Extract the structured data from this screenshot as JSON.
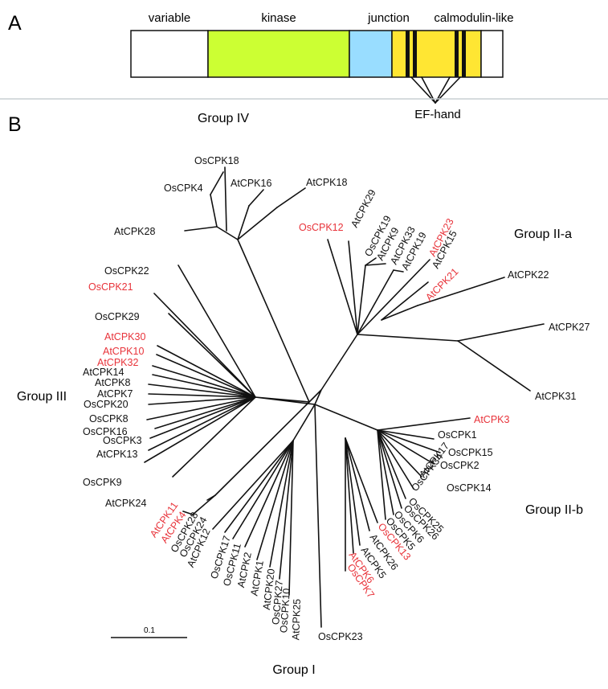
{
  "panel_a": {
    "label": "A",
    "domains": [
      {
        "name": "variable",
        "color": "#ffffff"
      },
      {
        "name": "kinase",
        "color": "#ccff33"
      },
      {
        "name": "junction",
        "color": "#99ddff"
      },
      {
        "name": "calmodulin-like",
        "color": "#ffe633"
      }
    ],
    "ef_hand_label": "EF-hand"
  },
  "panel_b": {
    "label": "B",
    "groups": [
      "Group IV",
      "Group II-a",
      "Group III",
      "Group II-b",
      "Group I"
    ],
    "scale_label": "0.1",
    "highlight_color": "#e8333a",
    "leaves": [
      {
        "name": "OsCPK18",
        "highlight": false
      },
      {
        "name": "OsCPK4",
        "highlight": false
      },
      {
        "name": "AtCPK16",
        "highlight": false
      },
      {
        "name": "AtCPK18",
        "highlight": false
      },
      {
        "name": "AtCPK28",
        "highlight": false
      },
      {
        "name": "OsCPK12",
        "highlight": true
      },
      {
        "name": "AtCPK29",
        "highlight": false
      },
      {
        "name": "OsCPK19",
        "highlight": false
      },
      {
        "name": "AtCPK9",
        "highlight": false
      },
      {
        "name": "AtCPK33",
        "highlight": false
      },
      {
        "name": "AtCPK19",
        "highlight": false
      },
      {
        "name": "AtCPK23",
        "highlight": true
      },
      {
        "name": "AtCPK15",
        "highlight": false
      },
      {
        "name": "AtCPK21",
        "highlight": true
      },
      {
        "name": "AtCPK22",
        "highlight": false
      },
      {
        "name": "AtCPK27",
        "highlight": false
      },
      {
        "name": "AtCPK31",
        "highlight": false
      },
      {
        "name": "OsCPK22",
        "highlight": false
      },
      {
        "name": "OsCPK21",
        "highlight": true
      },
      {
        "name": "OsCPK29",
        "highlight": false
      },
      {
        "name": "AtCPK30",
        "highlight": true
      },
      {
        "name": "AtCPK10",
        "highlight": true
      },
      {
        "name": "AtCPK32",
        "highlight": true
      },
      {
        "name": "AtCPK14",
        "highlight": false
      },
      {
        "name": "AtCPK8",
        "highlight": false
      },
      {
        "name": "AtCPK7",
        "highlight": false
      },
      {
        "name": "OsCPK20",
        "highlight": false
      },
      {
        "name": "OsCPK8",
        "highlight": false
      },
      {
        "name": "OsCPK16",
        "highlight": false
      },
      {
        "name": "OsCPK3",
        "highlight": false
      },
      {
        "name": "AtCPK13",
        "highlight": false
      },
      {
        "name": "OsCPK9",
        "highlight": false
      },
      {
        "name": "AtCPK24",
        "highlight": false
      },
      {
        "name": "AtCPK3",
        "highlight": true
      },
      {
        "name": "OsCPK1",
        "highlight": false
      },
      {
        "name": "OsCPK15",
        "highlight": false
      },
      {
        "name": "OsCPK2",
        "highlight": false
      },
      {
        "name": "OsCPK14",
        "highlight": false
      },
      {
        "name": "AtCPK11",
        "highlight": true
      },
      {
        "name": "AtCPK4",
        "highlight": true
      },
      {
        "name": "OsCPK28",
        "highlight": false
      },
      {
        "name": "OsCPK24",
        "highlight": false
      },
      {
        "name": "AtCPK12",
        "highlight": false
      },
      {
        "name": "OsCPK17",
        "highlight": false
      },
      {
        "name": "OsCPK11",
        "highlight": false
      },
      {
        "name": "AtCPK2",
        "highlight": false
      },
      {
        "name": "AtCPK1",
        "highlight": false
      },
      {
        "name": "AtCPK20",
        "highlight": false
      },
      {
        "name": "OsCPK27",
        "highlight": false
      },
      {
        "name": "OsCPK10",
        "highlight": false
      },
      {
        "name": "AtCPK25",
        "highlight": false
      },
      {
        "name": "OsCPK23",
        "highlight": false
      },
      {
        "name": "OsCPK7",
        "highlight": true
      },
      {
        "name": "AtCPK6",
        "highlight": true
      },
      {
        "name": "AtCPK5",
        "highlight": false
      },
      {
        "name": "AtCPK26",
        "highlight": false
      },
      {
        "name": "OsCPK13",
        "highlight": true
      },
      {
        "name": "OsCPK5",
        "highlight": false
      },
      {
        "name": "OsCPK6",
        "highlight": false
      },
      {
        "name": "OsCPK26",
        "highlight": false
      },
      {
        "name": "OsCPK25",
        "highlight": false
      },
      {
        "name": "OsCPK34",
        "highlight": false
      },
      {
        "name": "AtCPK17",
        "highlight": false
      }
    ]
  }
}
